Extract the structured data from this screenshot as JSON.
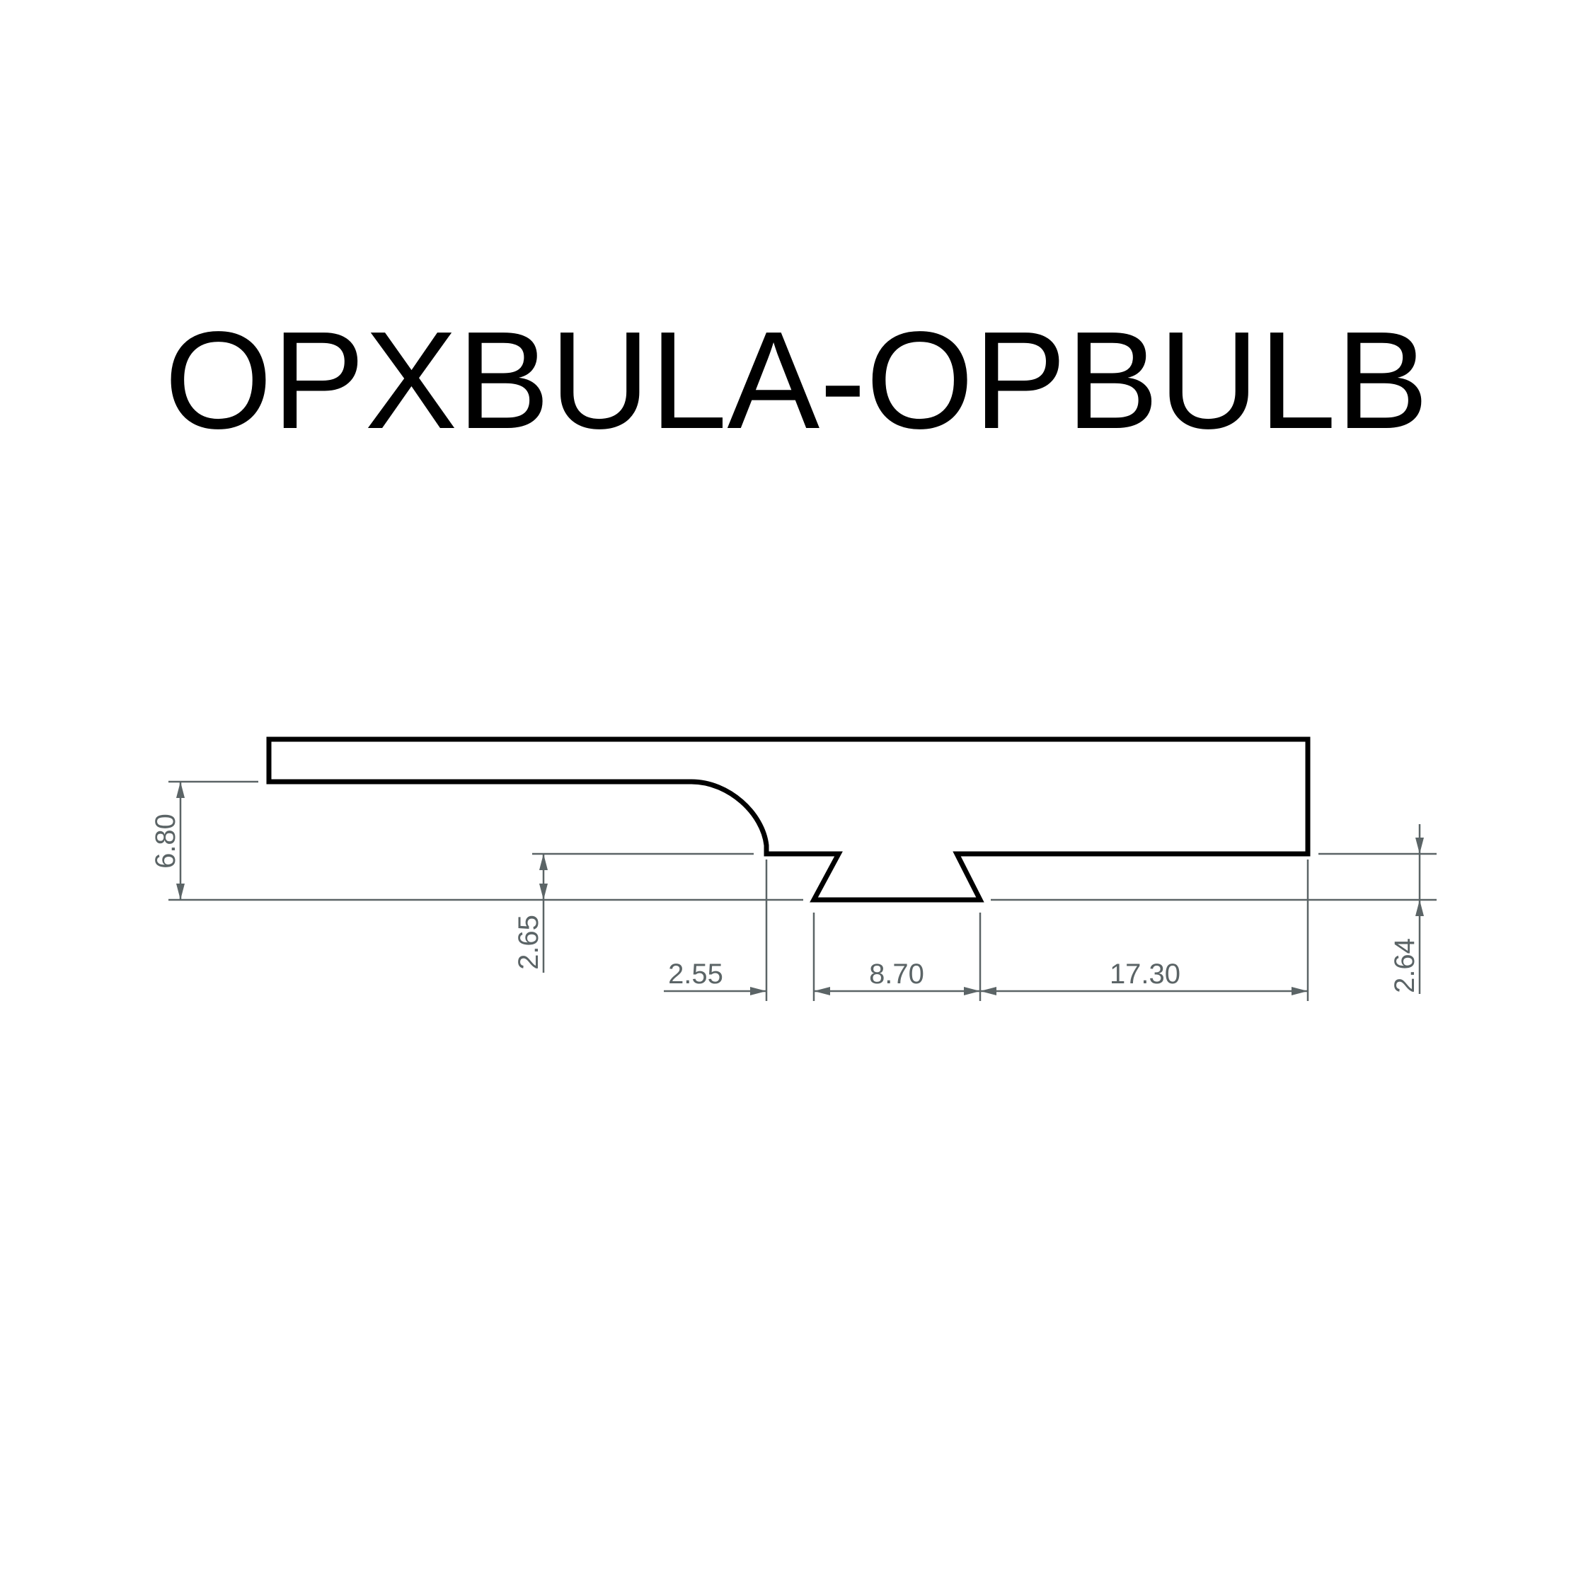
{
  "title": "OPXBULA-OPBULB",
  "dimensions": {
    "height_total": "6.80",
    "groove_depth": "2.65",
    "lip_width": "2.55",
    "tongue_width": "8.70",
    "right_width": "17.30",
    "right_step": "2.64"
  },
  "colors": {
    "profile": "#000000",
    "dimension": "#5b6466",
    "background": "#ffffff"
  }
}
